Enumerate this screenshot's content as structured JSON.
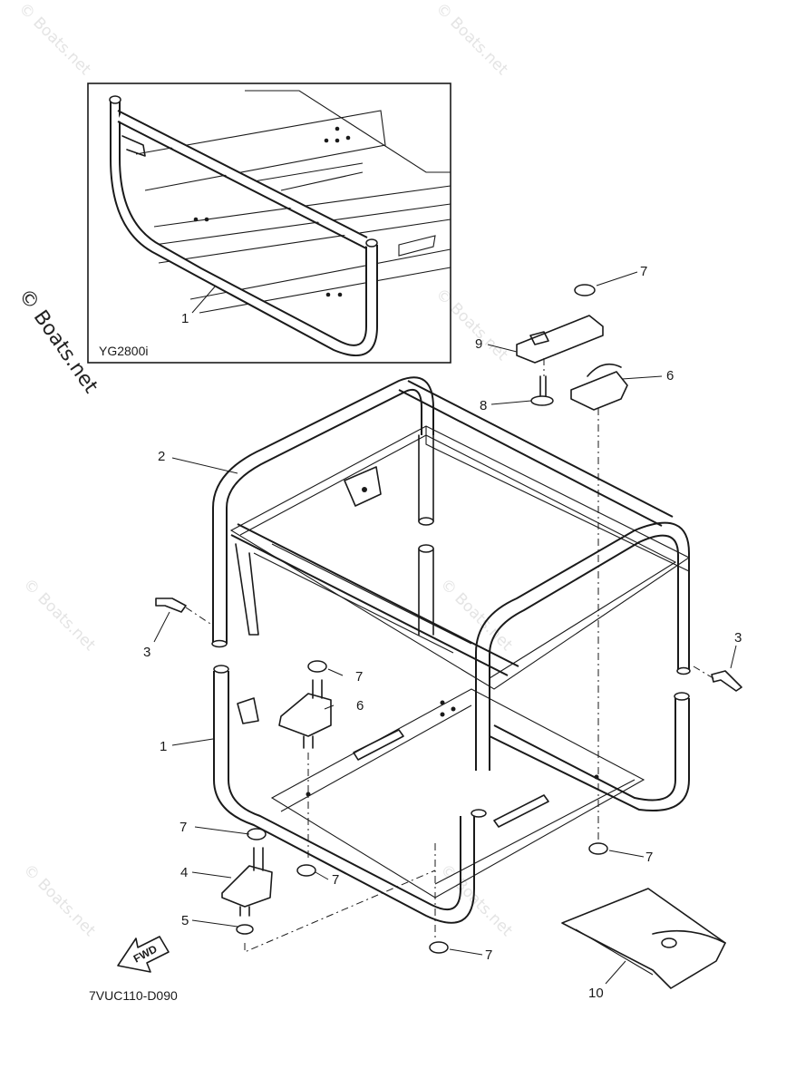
{
  "watermark": "© Boats.net",
  "inset_model": "YG2800i",
  "diagram_code": "7VUC110-D090",
  "fwd_label": "FWD",
  "callouts": {
    "inset_1": "1",
    "c2": "2",
    "c3_left": "3",
    "c3_right": "3",
    "c1": "1",
    "c4": "4",
    "c5": "5",
    "c6_top": "6",
    "c6_mid": "6",
    "c7_top": "7",
    "c7_mid": "7",
    "c7_left": "7",
    "c7_center": "7",
    "c7_right": "7",
    "c7_bottom": "7",
    "c8": "8",
    "c9": "9",
    "c10": "10"
  }
}
